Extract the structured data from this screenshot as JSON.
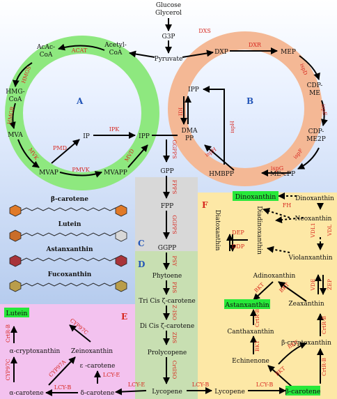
{
  "top": {
    "glucose": "Glucose",
    "glycerol": "Glycerol"
  },
  "sections": {
    "a": "A",
    "b": "B",
    "c": "C",
    "d": "D",
    "e": "E",
    "f": "F"
  },
  "nodes": {
    "g3p": "G3P",
    "pyruvate": "Pyruvate",
    "acetyl_coa_1": "Acetyl-",
    "acetyl_coa_2": "CoA",
    "acac_coa_1": "AcAc-",
    "acac_coa_2": "CoA",
    "hmg_coa_1": "HMG-",
    "hmg_coa_2": "CoA",
    "mva": "MVA",
    "mvap": "MVAP",
    "mvapp": "MVAPP",
    "ip": "IP",
    "ipp_a": "IPP",
    "dxp": "DXP",
    "mep": "MEP",
    "cdp_me_1": "CDP-",
    "cdp_me_2": "ME",
    "cdp_me2p_1": "CDP-",
    "cdp_me2p_2": "ME2P",
    "me_cpp": "ME-cPP",
    "hmbpp": "HMBPP",
    "ipp_b": "IPP",
    "dmapp_1": "DMA",
    "dmapp_2": "PP",
    "gpp": "GPP",
    "fpp": "FPP",
    "ggpp": "GGPP",
    "phytoene": "Phytoene",
    "tri_cis_1": "Tri Cis ζ-carotene",
    "di_cis": "Di Cis ζ-carotene",
    "prolycopene": "Prolycopene",
    "lycopene_d": "Lycopene",
    "lycopene_f": "Lycopene",
    "delta_carotene": "δ-carotene",
    "alpha_carotene": "α-carotene",
    "epsilon_carotene": "ε -carotene",
    "alpha_crypto": "α-cryptoxanthin",
    "zeinoxanthin": "Zeinoxanthin",
    "lutein": "Lutein",
    "beta_carotene": "β-carotene",
    "echinenone": "Echinenone",
    "canthaxanthin": "Canthaxanthin",
    "astaxanthin": "Astanxanthin",
    "beta_crypto": "β-cryptoxanthin",
    "zeaxanthin": "Zeaxanthin",
    "adinoxanthin": "Adinoxanthin",
    "violanxanthin": "Violanxanthin",
    "neoxanthin": "Neoxanthin",
    "dinoxanthin": "Dinoxanthin",
    "dinoxanthin_hl": "Dinoxanthin",
    "diadinoxanthin": "Diadinoxanthin",
    "diatoxanthin": "Diatoxanthin"
  },
  "enzymes": {
    "dxs": "DXS",
    "dxr": "DXR",
    "acat": "ACAT",
    "hmgs": "HMGS",
    "hmgr": "HMGR",
    "mvk": "MVK",
    "pmd": "PMD",
    "ipk": "IPK",
    "pmvk": "PMVK",
    "mvd": "MVD",
    "ispd": "ispD",
    "ispe": "ispE",
    "ispf": "ispF",
    "ispg": "ispG",
    "isph": "ispH",
    "isph2": "ispH",
    "idi": "IDI",
    "ggpps_1": "GGPPS",
    "fpps": "FPPS",
    "ggpps_2": "GGPPS",
    "psy": "PSY",
    "pds": "PDS",
    "ziso": "Z-ISO",
    "zds": "ZDS",
    "crtiso": "CrtISO",
    "lcye_1": "LCY-E",
    "lcye_2": "LCY-E",
    "lcyb_1": "LCY-B",
    "lcyb_2": "LCY-B",
    "lcyb_3": "LCY-B",
    "cyp97a": "CYP97A",
    "cyp97c_1": "CYP97C",
    "cyp97c_2": "CYP97C",
    "crtrb_1": "CrtR-B",
    "crtrb_2": "CrtR-B",
    "crtrb_3": "CrtR-B",
    "crtrb_4": "CrtR-B",
    "bkt_1": "BKT",
    "bkt_2": "BKT",
    "bkt_3": "BKT",
    "bkt_4": "BKT",
    "vde": "VDE",
    "zep": "ZEP",
    "vdl": "VDL",
    "vdl1": "VDL1",
    "fh": "FH",
    "dep": "DEP",
    "ddp": "DDP"
  },
  "structures": {
    "beta_carotene": "β-carotene",
    "lutein": "Lutein",
    "astaxanthin": "Astanxanthin",
    "fucoxanthin": "Fucoxanthin"
  },
  "colors": {
    "ring_a": "#8ee87f",
    "ring_b": "#f4b895",
    "panel_c": "#d8d8d8",
    "panel_d": "#c8dfb2",
    "panel_e": "#f3c2ef",
    "panel_f": "#fde8a6",
    "highlight": "#27e83a",
    "enzyme": "#d7261e",
    "section_label": "#2456b8"
  }
}
